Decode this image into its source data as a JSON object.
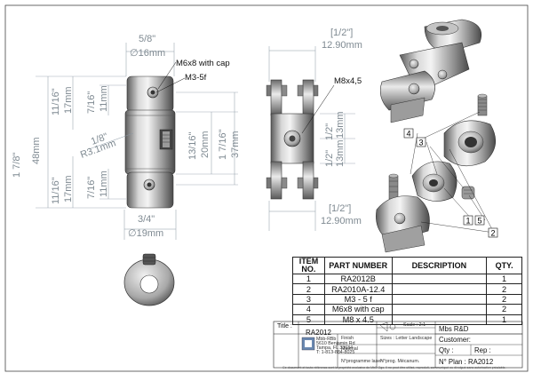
{
  "front_view": {
    "top_width_fraction": "5/8\"",
    "top_width_mm": "∅16mm",
    "callout_screw": "M6x8 with cap",
    "callout_thread": "M3-5f",
    "left_overall_fraction": "1 7/8\"",
    "left_overall_mm": "48mm",
    "left_upper_fraction": "11/16\"",
    "left_upper_mm": "17mm",
    "left_lower_fraction": "11/16\"",
    "left_lower_mm": "17mm",
    "inner_upper_fraction": "7/16\"",
    "inner_upper_mm": "11mm",
    "inner_lower_fraction": "7/16\"",
    "inner_lower_mm": "11mm",
    "radius_fraction": "1/8\"",
    "radius_mm": "R3.1mm",
    "center_fraction": "13/16\"",
    "center_mm": "20mm",
    "right_fraction": "1 7/16\"",
    "right_mm": "37mm",
    "bottom_width_fraction": "3/4\"",
    "bottom_width_mm": "∅19mm"
  },
  "side_view": {
    "top_fraction": "[1/2\"]",
    "top_mm": "12.90mm",
    "callout_thread": "M8x4,5",
    "upper_fraction": "1/2\"",
    "upper_mm": "13mm",
    "lower_fraction": "1/2\"",
    "lower_mm": "13mm",
    "bottom_fraction": "[1/2\"]",
    "bottom_mm": "12.90mm"
  },
  "balloons": [
    "1",
    "2",
    "3",
    "4",
    "5"
  ],
  "bom": {
    "headers": [
      "ITEM NO.",
      "PART NUMBER",
      "DESCRIPTION",
      "QTY."
    ],
    "rows": [
      {
        "item": "1",
        "part": "RA2012B",
        "desc": "",
        "qty": "1"
      },
      {
        "item": "2",
        "part": "RA2010A-12.4",
        "desc": "",
        "qty": "2"
      },
      {
        "item": "3",
        "part": "M3 - 5 f",
        "desc": "",
        "qty": "2"
      },
      {
        "item": "4",
        "part": "M6x8 with cap",
        "desc": "",
        "qty": "2"
      },
      {
        "item": "5",
        "part": "M8 x 4.5",
        "desc": "",
        "qty": "1"
      }
    ]
  },
  "title_block": {
    "title_label": "Title :",
    "title_value": "RA2012",
    "company_lines": [
      "Mbb-RBb",
      "5610 Benjamin Rd",
      "Tampa, FL 33634",
      "T: 1-813-884-8025"
    ],
    "scale_label": "Scale : 2:1",
    "sizes_label": "Sizes : Letter Landscape",
    "finish_label": "Finish",
    "material_label": "Material",
    "reviser_label": "N°programme laser:",
    "prog_label": "N°prog. Mécanum.",
    "company": "Mbs R&D",
    "customer_label": "Customer:",
    "qty_label": "Qty :",
    "rep_label": "Rep :",
    "plan_label": "N° Plan : RA2012"
  },
  "footer_note": "Ce document et toute référence sont la propriété exclusive de MbS Ogo. Il ne peut être utilisé, reproduit, communiqué ou divulgué sans autorisation préalable."
}
